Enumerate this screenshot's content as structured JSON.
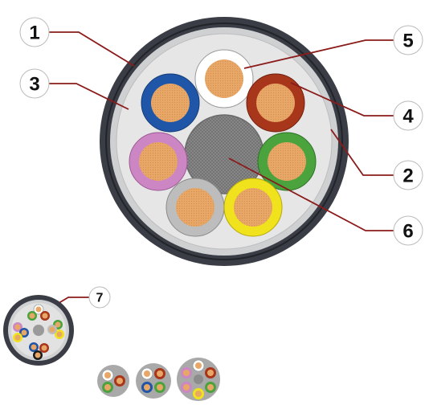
{
  "colors": {
    "sheath": "#3a3d45",
    "sheath_ring": "#1f2126",
    "inner_sheath": "#cfd0d2",
    "filler": "#e6e6e6",
    "core_copper": "#e8a766",
    "center_core": "#8c8c8c",
    "leader_line": "#8b1a1a",
    "insulation_white": "#ffffff",
    "insulation_brown": "#a8361b",
    "insulation_blue": "#1f56a8",
    "insulation_green": "#4aa33c",
    "insulation_purple": "#cc86c4",
    "insulation_yellow": "#f0e21c",
    "insulation_grey": "#bdbdbd"
  },
  "labels": [
    {
      "id": "1",
      "text": "1"
    },
    {
      "id": "2",
      "text": "2"
    },
    {
      "id": "3",
      "text": "3"
    },
    {
      "id": "4",
      "text": "4"
    },
    {
      "id": "5",
      "text": "5"
    },
    {
      "id": "6",
      "text": "6"
    },
    {
      "id": "7",
      "text": "7"
    }
  ]
}
